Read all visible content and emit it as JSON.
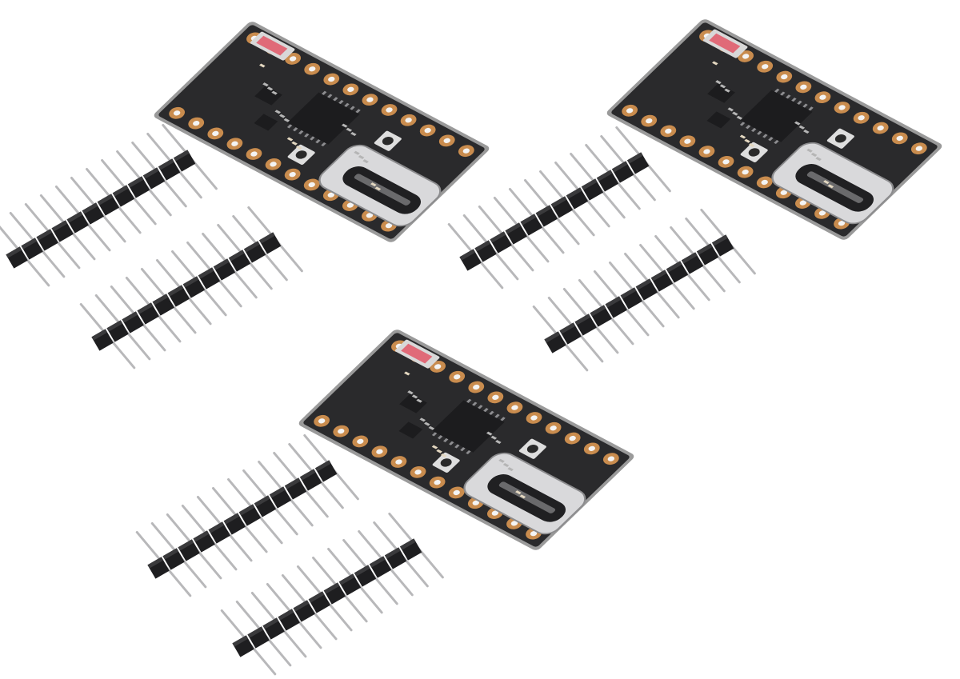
{
  "image": {
    "background": "#ffffff",
    "colors": {
      "pcb": "#2a2a2c",
      "pcb_edge": "#9a9a9a",
      "pad_gold": "#c98c4e",
      "chip": "#1c1c1e",
      "usb_metal": "#d9d9db",
      "header_plastic": "#1e1e20",
      "header_pin": "#b8b8ba",
      "battery_connector": "#e06a78"
    },
    "objects": [
      {
        "kind": "microcontroller-board",
        "connector": "USB-C",
        "pin_rows": 2,
        "pins_per_row": 12
      },
      {
        "kind": "microcontroller-board",
        "connector": "USB-C",
        "pin_rows": 2,
        "pins_per_row": 12
      },
      {
        "kind": "microcontroller-board",
        "connector": "USB-C",
        "pin_rows": 2,
        "pins_per_row": 12
      }
    ],
    "headers_per_board": 2,
    "pins_per_header": 12
  }
}
